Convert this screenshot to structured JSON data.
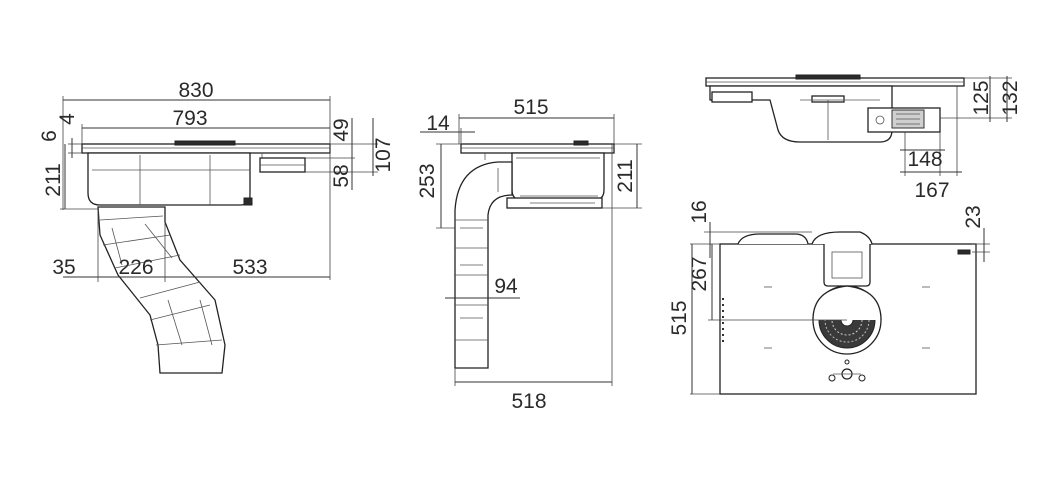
{
  "side_view": {
    "width_total": "830",
    "width_top": "793",
    "d_6": "6",
    "d_4": "4",
    "d_49": "49",
    "d_107": "107",
    "d_58": "58",
    "height_211": "211",
    "d_35": "35",
    "d_226": "226",
    "d_533": "533"
  },
  "front_view": {
    "width_515": "515",
    "d_14": "14",
    "height_253": "253",
    "height_211": "211",
    "d_94": "94",
    "depth_518": "518"
  },
  "rear_view": {
    "d_125": "125",
    "d_132": "132",
    "d_148": "148",
    "d_167": "167"
  },
  "top_view": {
    "d_16": "16",
    "d_23": "23",
    "d_267": "267",
    "depth_515": "515"
  }
}
